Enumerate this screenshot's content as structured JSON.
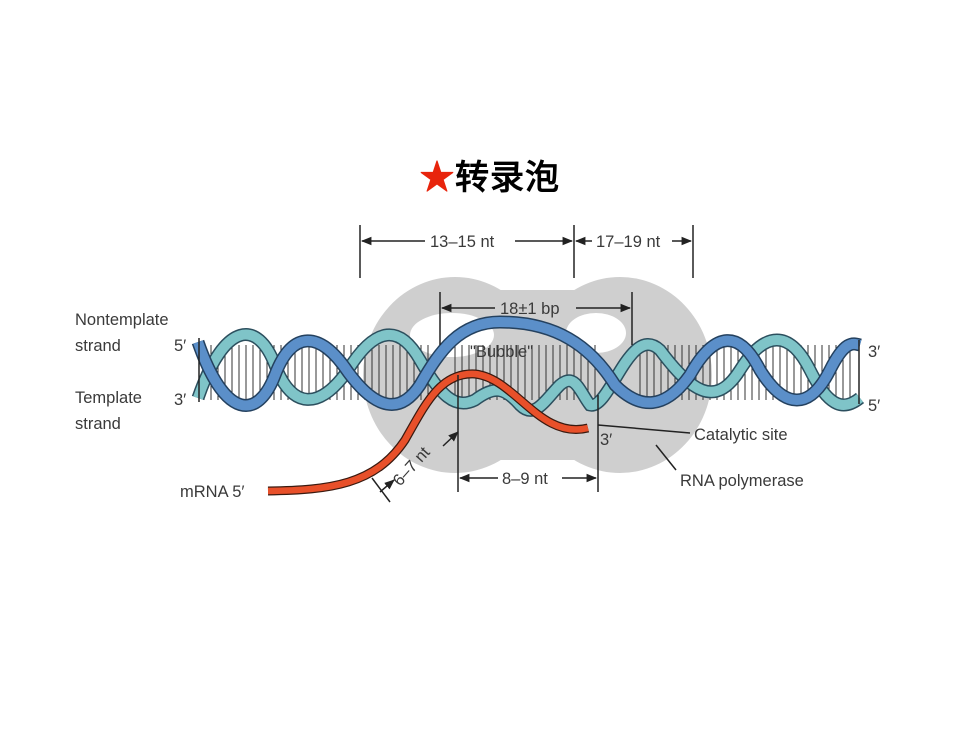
{
  "slide": {
    "title_star": "★",
    "title": "转录泡"
  },
  "diagram": {
    "labels": {
      "nontemplate_line1": "Nontemplate",
      "nontemplate_line2": "strand",
      "template_line1": "Template",
      "template_line2": "strand",
      "five_prime": "5′",
      "three_prime": "3′",
      "mrna": "mRNA 5′",
      "bubble": "\"Bubble\"",
      "catalytic_site": "Catalytic site",
      "rna_polymerase": "RNA polymerase",
      "dim_13_15": "13–15 nt",
      "dim_17_19": "17–19 nt",
      "dim_18bp": "18±1 bp",
      "dim_8_9": "8–9 nt",
      "dim_6_7": "6–7 nt"
    },
    "colors": {
      "nontemplate_strand": "#5b8fc9",
      "template_strand": "#7fc4c8",
      "mrna": "#e8502a",
      "polymerase": "#cfcfcf",
      "title_star": "#e8240c"
    }
  }
}
